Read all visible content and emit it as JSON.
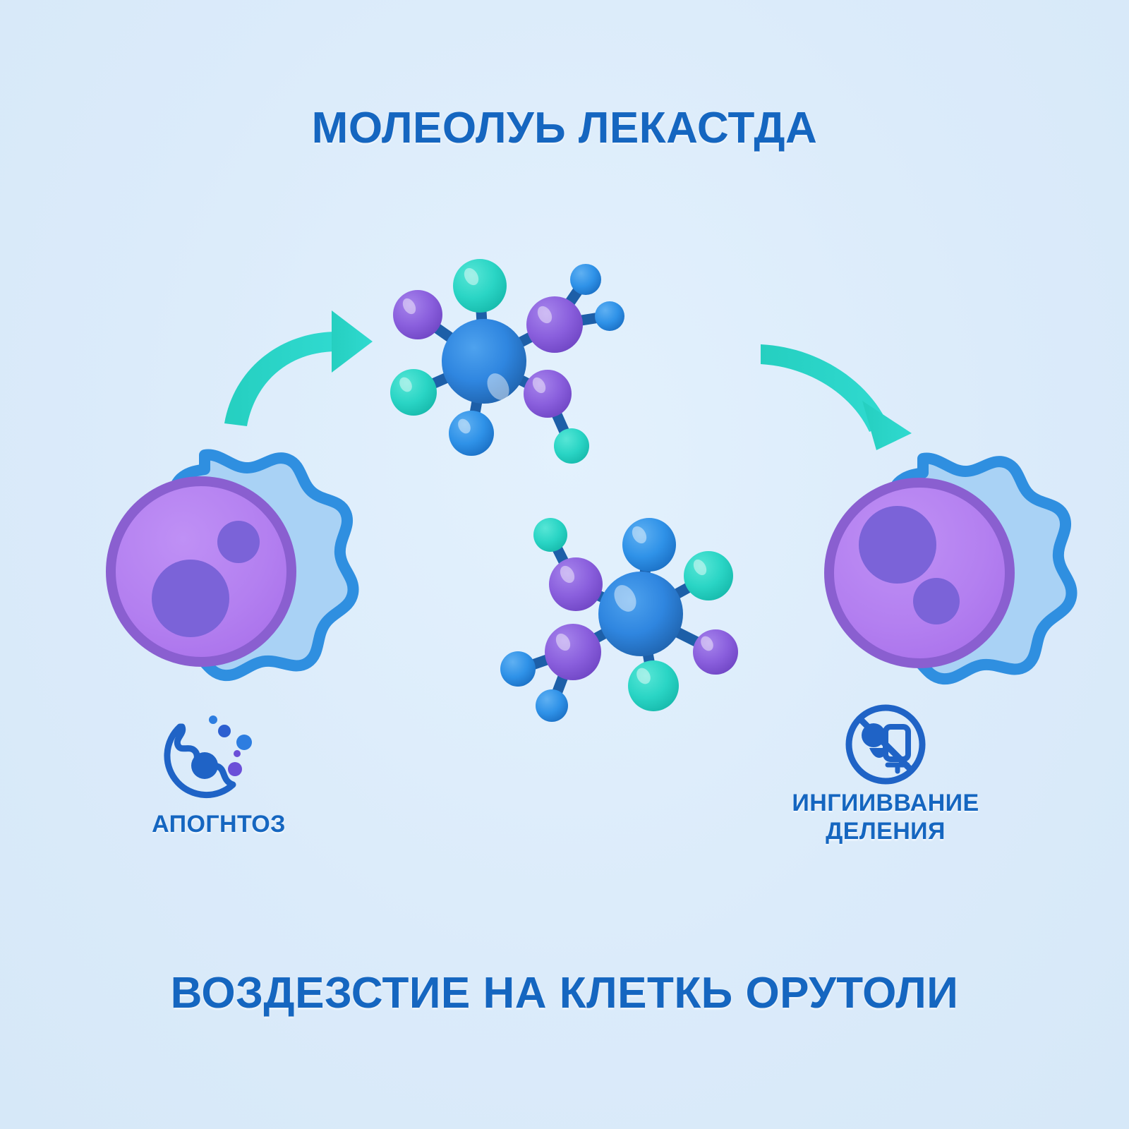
{
  "page": {
    "background_color": "#dcecfb",
    "accent_color": "#1566c0",
    "arrow_color": "#2ad2c6"
  },
  "headings": {
    "top": "МОЛЕОЛУЬ ЛЕКАСТДА",
    "bottom": "ВОЗДЕЗСТИЕ НА КЛЕТКЬ ОРУТОЛИ"
  },
  "items": [
    {
      "id": "apoptosis",
      "label": "АПОГНТОЗ",
      "icon": "fragmenting-cell-icon",
      "cell": {
        "membrane_color": "#2f8fe0",
        "cytoplasm_color": "#a9d2f5",
        "nucleus_color": "#b37ff0",
        "nucleus_border_color": "#8a5fd0",
        "organelle_color": "#7b63d8"
      }
    },
    {
      "id": "inhibition",
      "label_line1": "ИНГИИВВАНИЕ",
      "label_line2": "ДЕЛЕНИЯ",
      "icon": "no-cell-division-icon",
      "cell": {
        "membrane_color": "#2f8fe0",
        "cytoplasm_color": "#a9d2f5",
        "nucleus_color": "#b37ff0",
        "nucleus_border_color": "#8a5fd0",
        "organelle_color": "#7b63d8"
      }
    }
  ],
  "arrows": [
    {
      "id": "arrow-left",
      "direction": "up-right",
      "color": "#2ad2c6"
    },
    {
      "id": "arrow-right",
      "direction": "down-right",
      "color": "#2ad2c6"
    }
  ],
  "molecules": [
    {
      "id": "molecule-top",
      "center_color": "#2f86e0",
      "atom_colors": {
        "teal": "#2ad5c5",
        "purple": "#8a5fdd",
        "blue": "#2f92e8"
      },
      "bond_color": "#1d5fa8",
      "atom_count": 12
    },
    {
      "id": "molecule-bottom",
      "center_color": "#2f86e0",
      "atom_colors": {
        "teal": "#2ad5c5",
        "purple": "#8a5fdd",
        "blue": "#2f92e8"
      },
      "bond_color": "#1d5fa8",
      "atom_count": 12
    }
  ]
}
